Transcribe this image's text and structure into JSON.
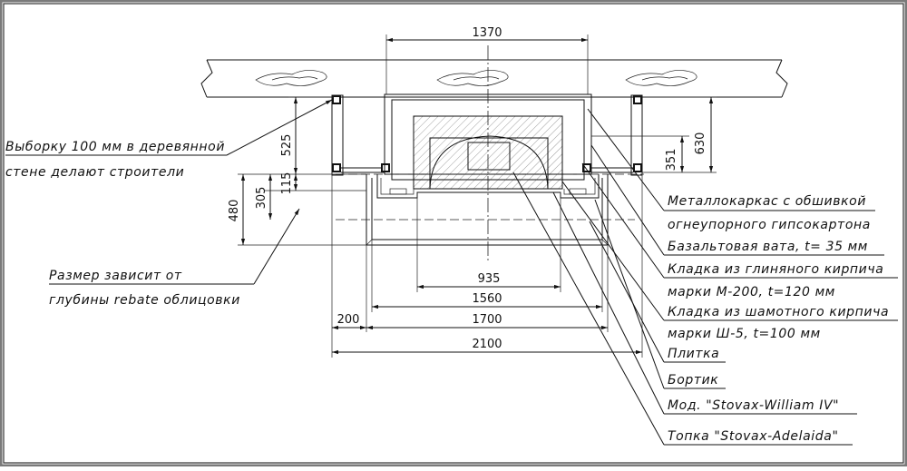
{
  "dimensions": {
    "top_width": "1370",
    "right_total": "630",
    "right_inner": "351",
    "left_525": "525",
    "left_115": "115",
    "left_305": "305",
    "left_480": "480",
    "w_935": "935",
    "w_1560": "1560",
    "w_1700": "1700",
    "w_200": "200",
    "w_2100": "2100"
  },
  "notes": {
    "left_1_line1": "Выборку 100 мм в деревянной",
    "left_1_line2": "стене делают строители",
    "left_2_line1": "Размер зависит от",
    "left_2_line2": "глубины rebate облицовки",
    "r1_line1": "Металлокаркас с обшивкой",
    "r1_line2": "огнеупорного гипсокартона",
    "r2": "Базальтовая вата, t= 35 мм",
    "r3_line1": "Кладка из глиняного кирпича",
    "r3_line2": "марки М-200, t=120 мм",
    "r4_line1": "Кладка из шамотного кирпича",
    "r4_line2": "марки Ш-5, t=100 мм",
    "r5": "Плитка",
    "r6": "Бортик",
    "r7": "Мод. \"Stovax-William IV\"",
    "r8": "Топка \"Stovax-Adelaida\""
  },
  "colors": {
    "frame_outer": "#7a7a7a",
    "frame_inner": "#333333",
    "line": "#111111"
  }
}
